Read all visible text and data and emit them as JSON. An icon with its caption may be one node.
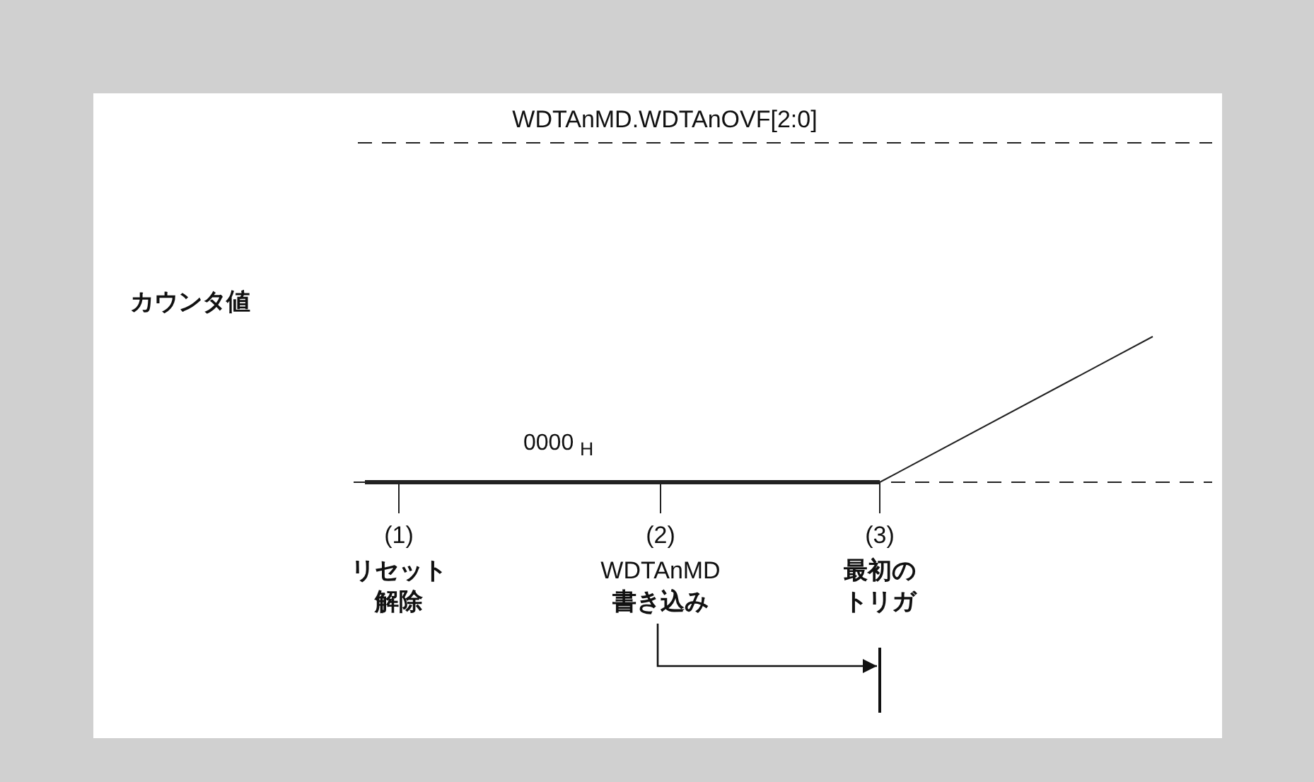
{
  "diagram": {
    "nodes": [
      {
        "text": [
          "(1)",
          "リセット解除"
        ]
      },
      {
        "text": [
          "(2)",
          "WDTAnMD",
          "書き込み"
        ]
      },
      {
        "text": [
          "(3)",
          "最初のトリガ"
        ]
      },
      {
        "text": [],
        "shape": "bar"
      }
    ],
    "edges": [
      {
        "from": 1,
        "to": 3,
        "arrow": "to"
      }
    ],
    "labels": [
      "WDTAnMD.WDTAnOVF[2:0]",
      "カウンタ値",
      "0000 $_{H}$"
    ]
  }
}
